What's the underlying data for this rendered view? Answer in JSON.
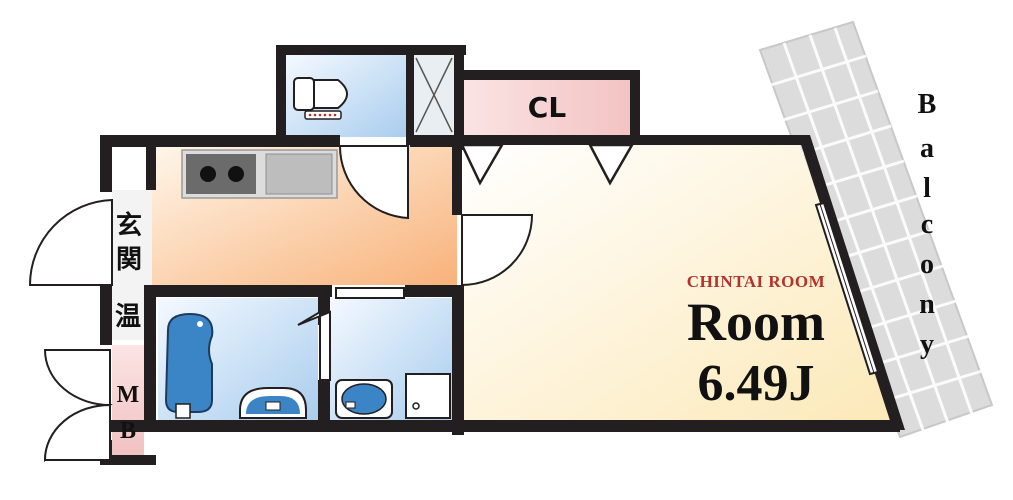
{
  "plan": {
    "labels": {
      "closet": "CL",
      "entrance_char1": "玄",
      "entrance_char2": "関",
      "water_heater": "温",
      "meter_box_char1": "M",
      "meter_box_char2": "B",
      "balcony_chars": [
        "B",
        "a",
        "l",
        "c",
        "o",
        "n",
        "y"
      ],
      "brand": "CHINTAI ROOM",
      "room_name": "Room",
      "room_size": "6.49J"
    },
    "colors": {
      "wall": "#231f20",
      "room_floor": "#fdf3d3",
      "kitchen_floor": "#f9c290",
      "bath_floor": "#cfe3f6",
      "closet_floor": "#f8d6d6",
      "balcony": "#d9d9d9",
      "brand_red": "#b5322b"
    }
  }
}
